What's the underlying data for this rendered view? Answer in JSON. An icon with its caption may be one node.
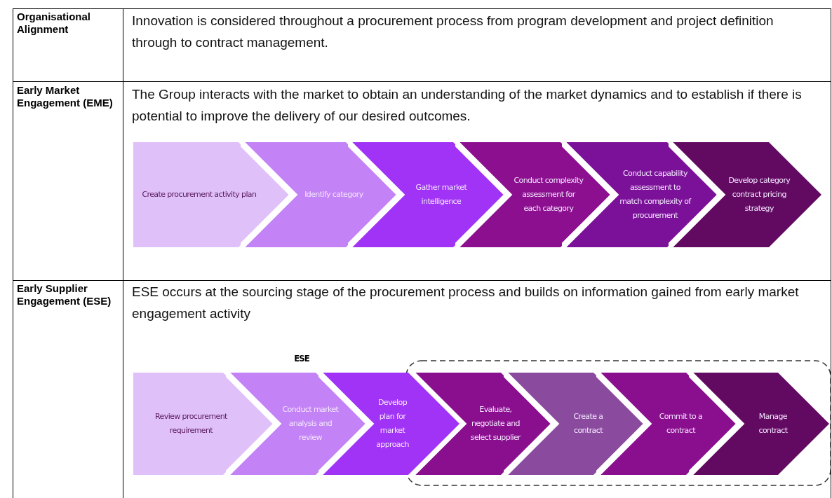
{
  "diagram": {
    "nodes": [
      {
        "text": [
          "Create procurement activity plan"
        ]
      },
      {
        "text": [
          "Identify category"
        ]
      },
      {
        "text": [
          "Gather market intelligence"
        ]
      },
      {
        "text": [
          "Conduct complexity assessment for each category"
        ]
      },
      {
        "text": [
          "Conduct capability assessment to match complexity of procurement"
        ]
      },
      {
        "text": [
          "Develop category contract pricing strategy"
        ]
      },
      {
        "text": [
          "Review procurement requirement"
        ]
      },
      {
        "text": [
          "Conduct market analysis and review"
        ]
      },
      {
        "text": [
          "Develop plan for market approach"
        ]
      },
      {
        "text": [],
        "shape": "box"
      },
      {
        "text": [
          "Evaluate, negotiate and select supplier"
        ],
        "in": 9
      },
      {
        "text": [
          "Create a contract"
        ],
        "in": 9
      },
      {
        "text": [
          "Commit to a contract"
        ],
        "in": 9
      },
      {
        "text": [
          "Manage contract"
        ],
        "in": 9
      }
    ],
    "labels": [
      "Organisational Alignment",
      "Innovation is considered throughout a procurement process from program development and project definition through to contract management.",
      "Early Market Engagement (EME)",
      "The Group interacts with the market to obtain an understanding of the market dynamics and to establish if there is potential to improve the delivery of our desired outcomes.",
      "Early Supplier Engagement (ESE)",
      "ESE occurs at the sourcing stage of the procurement process and builds on information gained from early market engagement activity",
      "ESE"
    ]
  }
}
